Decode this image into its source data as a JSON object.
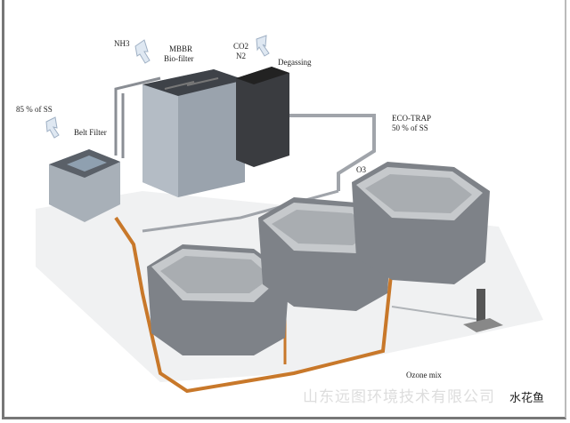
{
  "labels": {
    "nh3": "NH3",
    "mbbr": "MBBR",
    "biofilter": "Bio-filter",
    "co2": "CO2",
    "n2": "N2",
    "degassing": "Degassing",
    "ss85": "85 % of SS",
    "belt_filter": "Belt Filter",
    "eco_trap": "ECO-TRAP",
    "ss50": "50 % of SS",
    "o3": "O3",
    "ozone_mix": "Ozone mix"
  },
  "watermark": {
    "company": "山东远图环境技术有限公司",
    "account": "水花鱼"
  },
  "colors": {
    "pipe_orange": "#c8782a",
    "tank_gray": "#8a8e94",
    "water": "#b8bcc0",
    "pipe_gray": "#9a9ea4"
  }
}
